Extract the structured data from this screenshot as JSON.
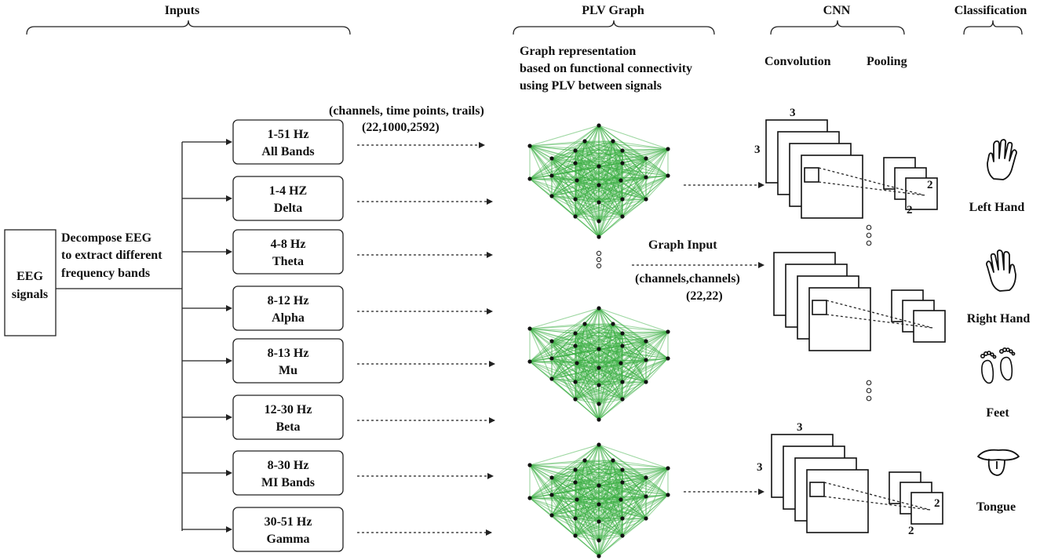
{
  "headers": {
    "inputs": "Inputs",
    "plv_graph": "PLV Graph",
    "cnn": "CNN",
    "classification": "Classification"
  },
  "plv_description": [
    "Graph representation",
    "based on functional connectivity",
    "using PLV between signals"
  ],
  "cnn_labels": {
    "convolution": "Convolution",
    "pooling": "Pooling"
  },
  "eeg": {
    "line1": "EEG",
    "line2": "signals"
  },
  "decompose": [
    "Decompose EEG",
    "to extract different",
    "frequency bands"
  ],
  "input_shape": {
    "label": "(channels, time points, trails)",
    "value": "(22,1000,2592)"
  },
  "graph_input": {
    "title": "Graph Input",
    "label": "(channels,channels)",
    "value": "(22,22)"
  },
  "bands": [
    {
      "range": "1-51 Hz",
      "name": "All Bands"
    },
    {
      "range": "1-4 HZ",
      "name": "Delta"
    },
    {
      "range": "4-8 Hz",
      "name": "Theta"
    },
    {
      "range": "8-12 Hz",
      "name": "Alpha"
    },
    {
      "range": "8-13 Hz",
      "name": "Mu"
    },
    {
      "range": "12-30 Hz",
      "name": "Beta"
    },
    {
      "range": "8-30 Hz",
      "name": "MI Bands"
    },
    {
      "range": "30-51 Hz",
      "name": "Gamma"
    }
  ],
  "cnn_dims": {
    "kernel": "3",
    "pool": "2"
  },
  "classes": [
    {
      "label": "Left Hand",
      "icon": "left-hand-icon"
    },
    {
      "label": "Right Hand",
      "icon": "right-hand-icon"
    },
    {
      "label": "Feet",
      "icon": "feet-icon"
    },
    {
      "label": "Tongue",
      "icon": "tongue-icon"
    }
  ],
  "colors": {
    "graph_edge": "#3cb043",
    "node": "#111111",
    "line": "#222222"
  }
}
